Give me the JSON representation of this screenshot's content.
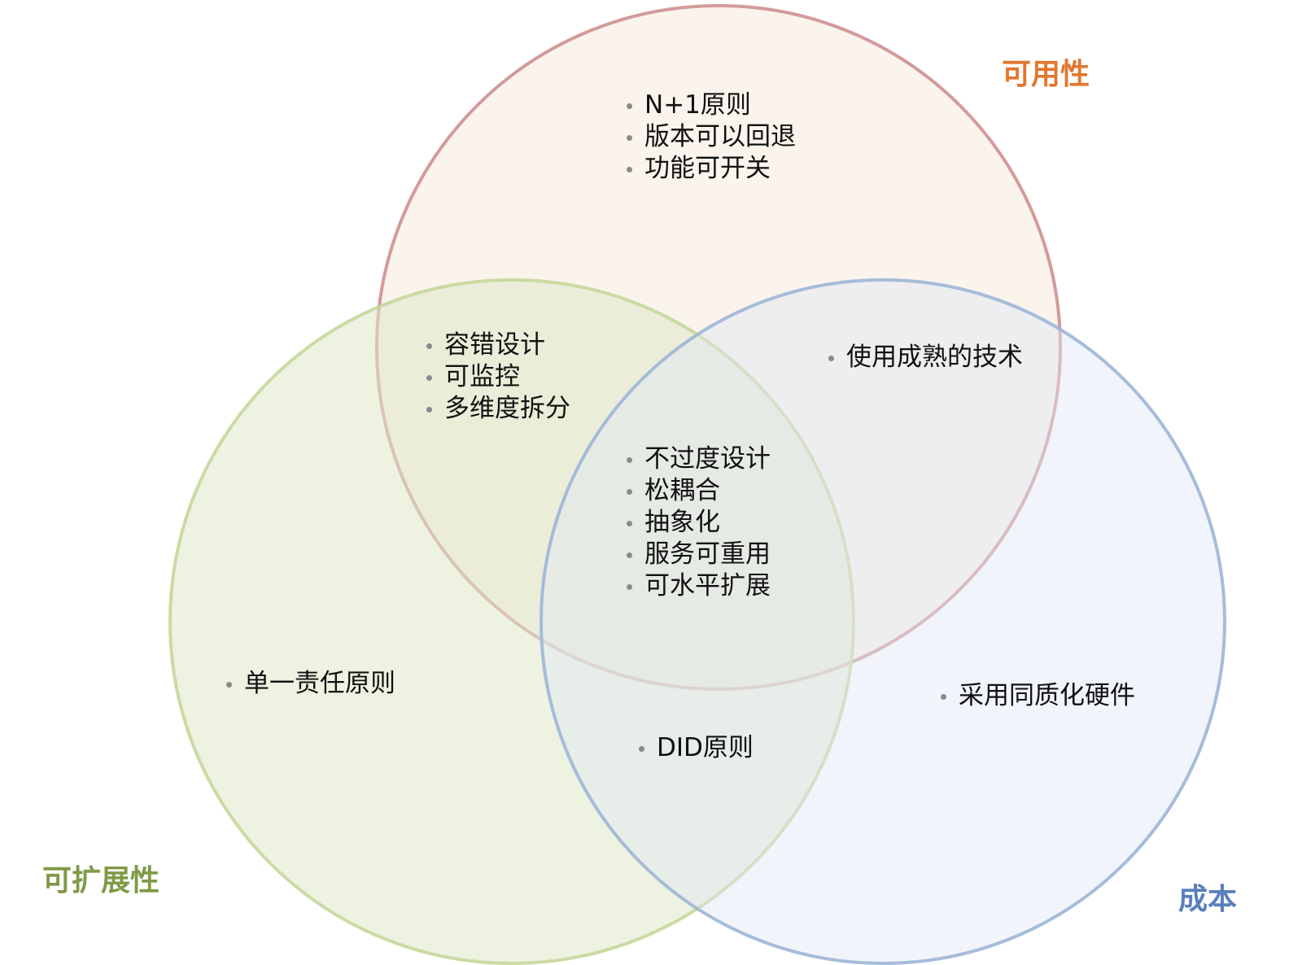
{
  "sets": [
    {
      "name": "可用性",
      "color": "#e0782f",
      "stroke": "#d49a9a",
      "fill": "#f5e6d6"
    },
    {
      "name": "可扩展性",
      "color": "#7f9a45",
      "stroke": "#c5d79a",
      "fill": "#dfe8c8"
    },
    {
      "name": "成本",
      "color": "#5a80bb",
      "stroke": "#9db5d6",
      "fill": "#dfe7f3"
    }
  ],
  "regions": {
    "availability_only": [
      "N+1原则",
      "版本可以回退",
      "功能可开关"
    ],
    "availability_scalability": [
      "容错设计",
      "可监控",
      "多维度拆分"
    ],
    "availability_cost": [
      "使用成熟的技术"
    ],
    "all_three": [
      "不过度设计",
      "松耦合",
      "抽象化",
      "服务可重用",
      "可水平扩展"
    ],
    "scalability_only": [
      "单一责任原则"
    ],
    "scalability_cost": [
      "DID原则"
    ],
    "cost_only": [
      "采用同质化硬件"
    ]
  }
}
